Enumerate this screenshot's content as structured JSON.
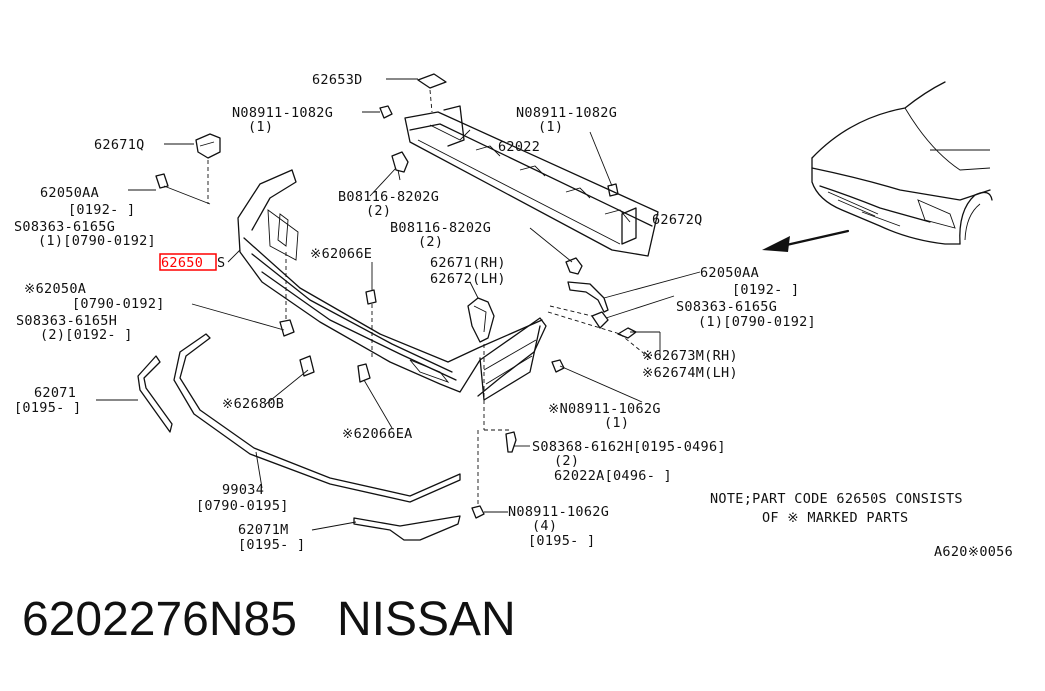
{
  "caption": {
    "part_number": "6202276N85",
    "brand": "NISSAN"
  },
  "highlight_color": "#ff0000",
  "labels": {
    "p62653D": "62653D",
    "n08911_1082G_a": "N08911-1082G",
    "n08911_1082G_a_qty": "(1)",
    "n08911_1082G_b": "N08911-1082G",
    "n08911_1082G_b_qty": "(1)",
    "p62671Q": "62671Q",
    "p62022": "62022",
    "p62050AA_left": "62050AA",
    "p62050AA_left_date": "[0192-     ]",
    "s08363_6165G_left": "S08363-6165G",
    "s08363_6165G_left_qty": "(1)[0790-0192]",
    "b08116_8202G_a": "B08116-8202G",
    "b08116_8202G_a_qty": "(2)",
    "b08116_8202G_b": "B08116-8202G",
    "b08116_8202G_b_qty": "(2)",
    "p62672Q": "62672Q",
    "p62650S_num": "62650",
    "p62650S_suffix": "S",
    "p62066E": "※62066E",
    "p62671_rh": "62671(RH)",
    "p62672_lh": "62672(LH)",
    "p62050AA_right": "62050AA",
    "p62050AA_right_date": "[0192-     ]",
    "s08363_6165G_right": "S08363-6165G",
    "s08363_6165G_right_qty": "(1)[0790-0192]",
    "p62050A": "※62050A",
    "p62050A_date": "[0790-0192]",
    "s08363_6165H": "S08363-6165H",
    "s08363_6165H_qty": "(2)[0192-     ]",
    "p62673M": "※62673M(RH)",
    "p62674M": "※62674M(LH)",
    "p62071": "62071",
    "p62071_date": "[0195-     ]",
    "p62680B": "※62680B",
    "n08911_1062G_a": "※N08911-1062G",
    "n08911_1062G_a_qty": "(1)",
    "p62066EA": "※62066EA",
    "s08368_6162H": "S08368-6162H[0195-0496]",
    "s08368_6162H_qty": "(2)",
    "p62022A": "62022A[0496-     ]",
    "p99034": "99034",
    "p99034_date": "[0790-0195]",
    "note_line1": "NOTE;PART CODE 62650S CONSISTS",
    "note_line2": "OF ※ MARKED PARTS",
    "p62071M": "62071M",
    "p62071M_date": "[0195-     ]",
    "n08911_1062G_b": "N08911-1062G",
    "n08911_1062G_b_qty": "(4)",
    "n08911_1062G_b_date": "[0195-     ]",
    "diagram_code": "A620※0056"
  }
}
